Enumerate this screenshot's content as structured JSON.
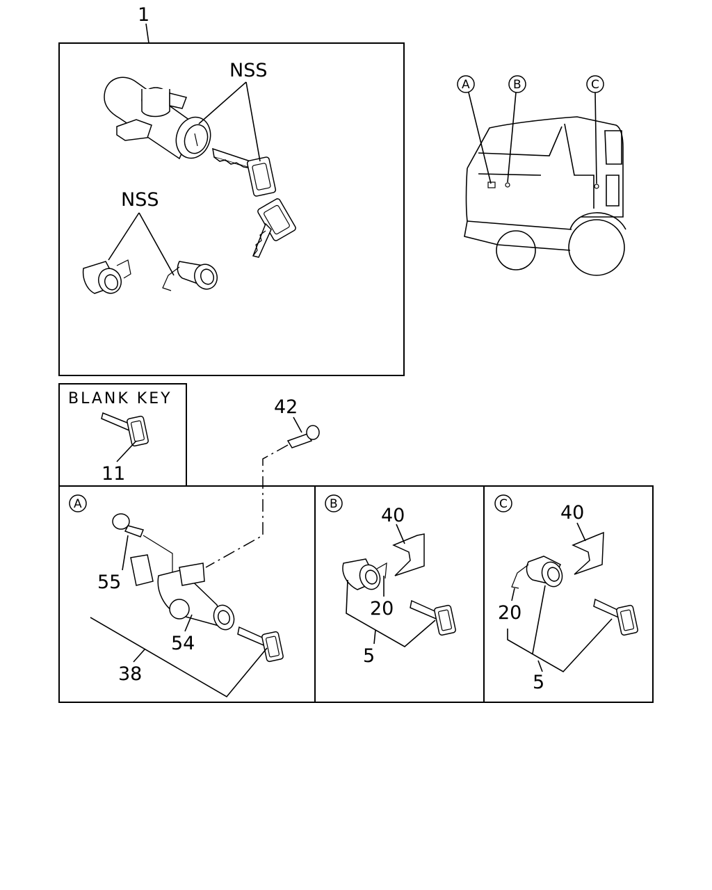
{
  "labels": {
    "assembly_main": "1",
    "nss_upper": "NSS",
    "nss_lower": "NSS",
    "blank_key_title": "BLANK KEY",
    "blank_key_part": "11",
    "bolt": "42",
    "view_a": {
      "marker": "A",
      "screw": "55",
      "cylinder": "54",
      "set": "38"
    },
    "view_b": {
      "marker": "B",
      "retainer": "40",
      "clip": "20",
      "set": "5"
    },
    "view_c": {
      "marker": "C",
      "retainer": "40",
      "clip": "20",
      "set": "5"
    },
    "truck_markers": [
      "A",
      "B",
      "C"
    ]
  }
}
